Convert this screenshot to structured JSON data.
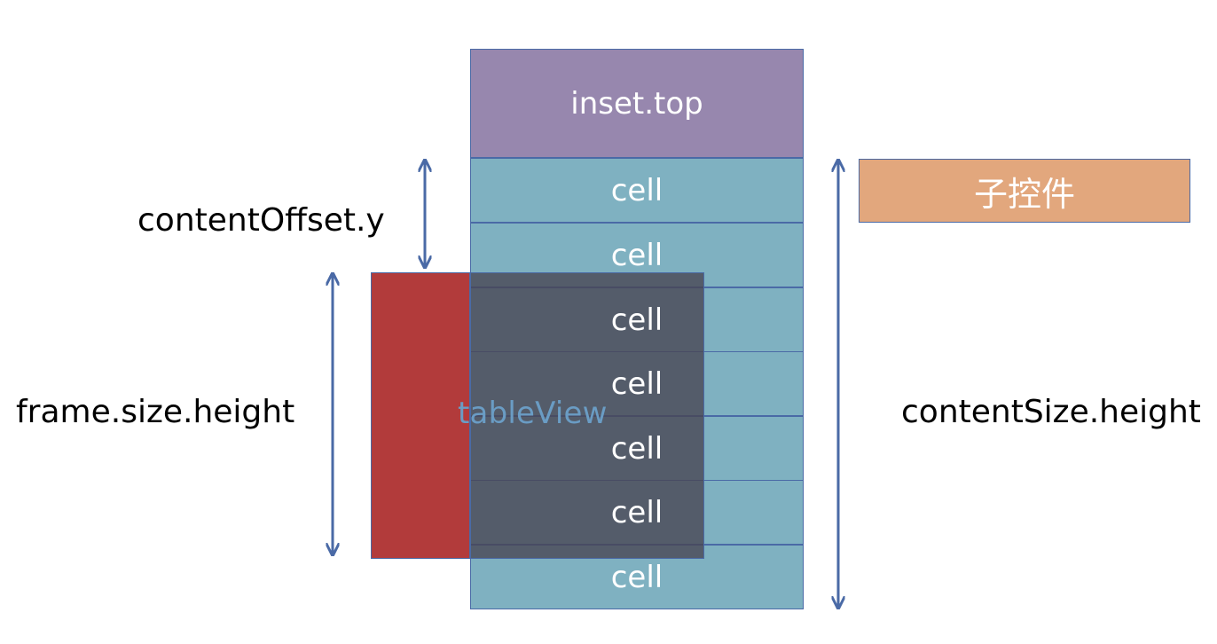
{
  "diagram": {
    "inset_top_label": "inset.top",
    "cells": [
      "cell",
      "cell",
      "cell",
      "cell",
      "cell",
      "cell",
      "cell"
    ],
    "tableview_label": "tableView",
    "subview_label": "子控件",
    "content_offset_label": "contentOffset.y",
    "frame_height_label": "frame.size.height",
    "content_size_label": "contentSize.height",
    "colors": {
      "inset_top": "#9787ae",
      "cell": "#7fb1c1",
      "tableview_red": "#b23b3b",
      "tableview_overlay": "#484452",
      "subview": "#e2a77d",
      "arrow": "#4a6aa6"
    }
  }
}
